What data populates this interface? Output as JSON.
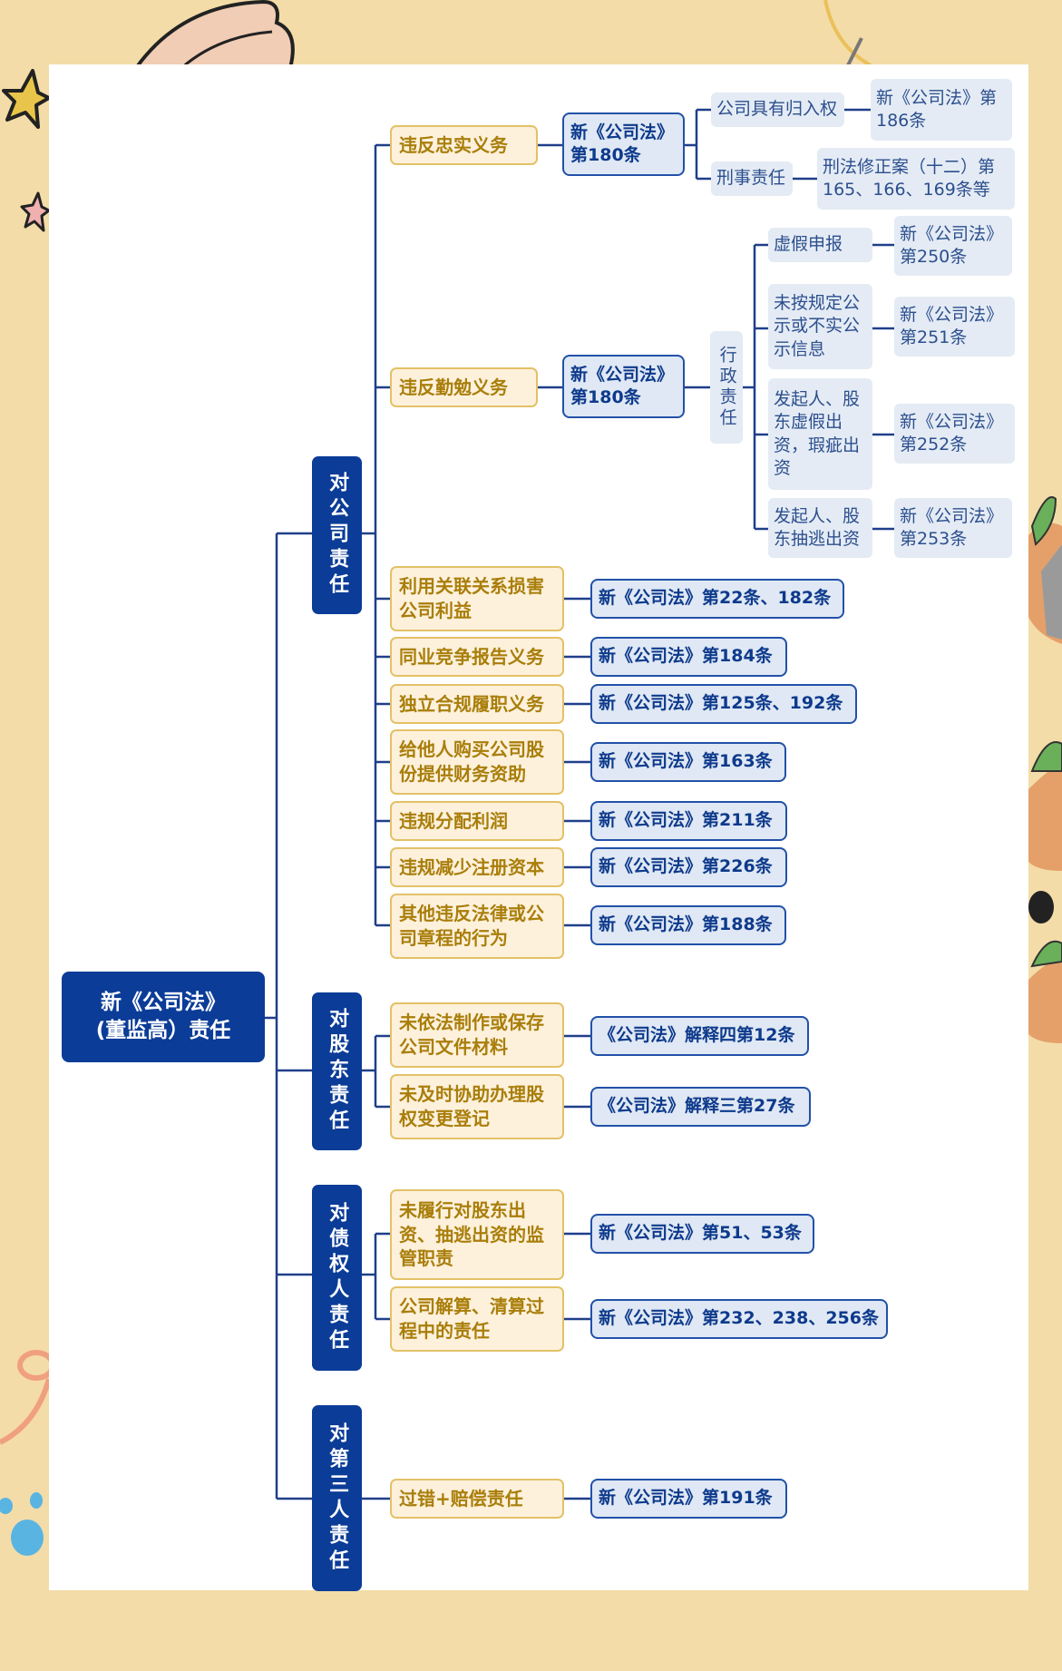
{
  "colors": {
    "background": "#f3dca8",
    "panel": "#ffffff",
    "primary_blue": "#0b3c97",
    "duty_fill": "#fdf1dc",
    "duty_text": "#a97e0a",
    "duty_border": "#e3c167",
    "law_fill": "#dfe8f4",
    "law_border": "#2251a8",
    "sub_fill": "#e4ebf4"
  },
  "root": {
    "line1": "新《公司法》",
    "line2": "(董监高）责任"
  },
  "categories": [
    {
      "label": "对公司责任",
      "items": [
        {
          "duty": "违反忠实义务",
          "law": "新《公司法》第180条",
          "children": [
            {
              "label": "公司具有归入权",
              "law": "新《公司法》第186条"
            },
            {
              "label": "刑事责任",
              "law": "刑法修正案（十二）第165、166、169条等"
            }
          ]
        },
        {
          "duty": "违反勤勉义务",
          "law": "新《公司法》第180条",
          "branch": "行政责任",
          "children": [
            {
              "label": "虚假申报",
              "law": "新《公司法》第250条"
            },
            {
              "label": "未按规定公示或不实公示信息",
              "law": "新《公司法》第251条"
            },
            {
              "label": "发起人、股东虚假出资，瑕疵出资",
              "law": "新《公司法》第252条"
            },
            {
              "label": "发起人、股东抽逃出资",
              "law": "新《公司法》第253条"
            }
          ]
        },
        {
          "duty": "利用关联关系损害公司利益",
          "law": "新《公司法》第22条、182条"
        },
        {
          "duty": "同业竞争报告义务",
          "law": "新《公司法》第184条"
        },
        {
          "duty": "独立合规履职义务",
          "law": "新《公司法》第125条、192条"
        },
        {
          "duty": "给他人购买公司股份提供财务资助",
          "law": "新《公司法》第163条"
        },
        {
          "duty": "违规分配利润",
          "law": "新《公司法》第211条"
        },
        {
          "duty": "违规减少注册资本",
          "law": "新《公司法》第226条"
        },
        {
          "duty": "其他违反法律或公司章程的行为",
          "law": "新《公司法》第188条"
        }
      ]
    },
    {
      "label": "对股东责任",
      "items": [
        {
          "duty": "未依法制作或保存公司文件材料",
          "law": "《公司法》解释四第12条"
        },
        {
          "duty": "未及时协助办理股权变更登记",
          "law": "《公司法》解释三第27条"
        }
      ]
    },
    {
      "label": "对债权人责任",
      "items": [
        {
          "duty": "未履行对股东出资、抽逃出资的监管职责",
          "law": "新《公司法》第51、53条"
        },
        {
          "duty": "公司解算、清算过程中的责任",
          "law": "新《公司法》第232、238、256条"
        }
      ]
    },
    {
      "label": "对第三人责任",
      "items": [
        {
          "duty": "过错+赔偿责任",
          "law": "新《公司法》第191条"
        }
      ]
    }
  ]
}
